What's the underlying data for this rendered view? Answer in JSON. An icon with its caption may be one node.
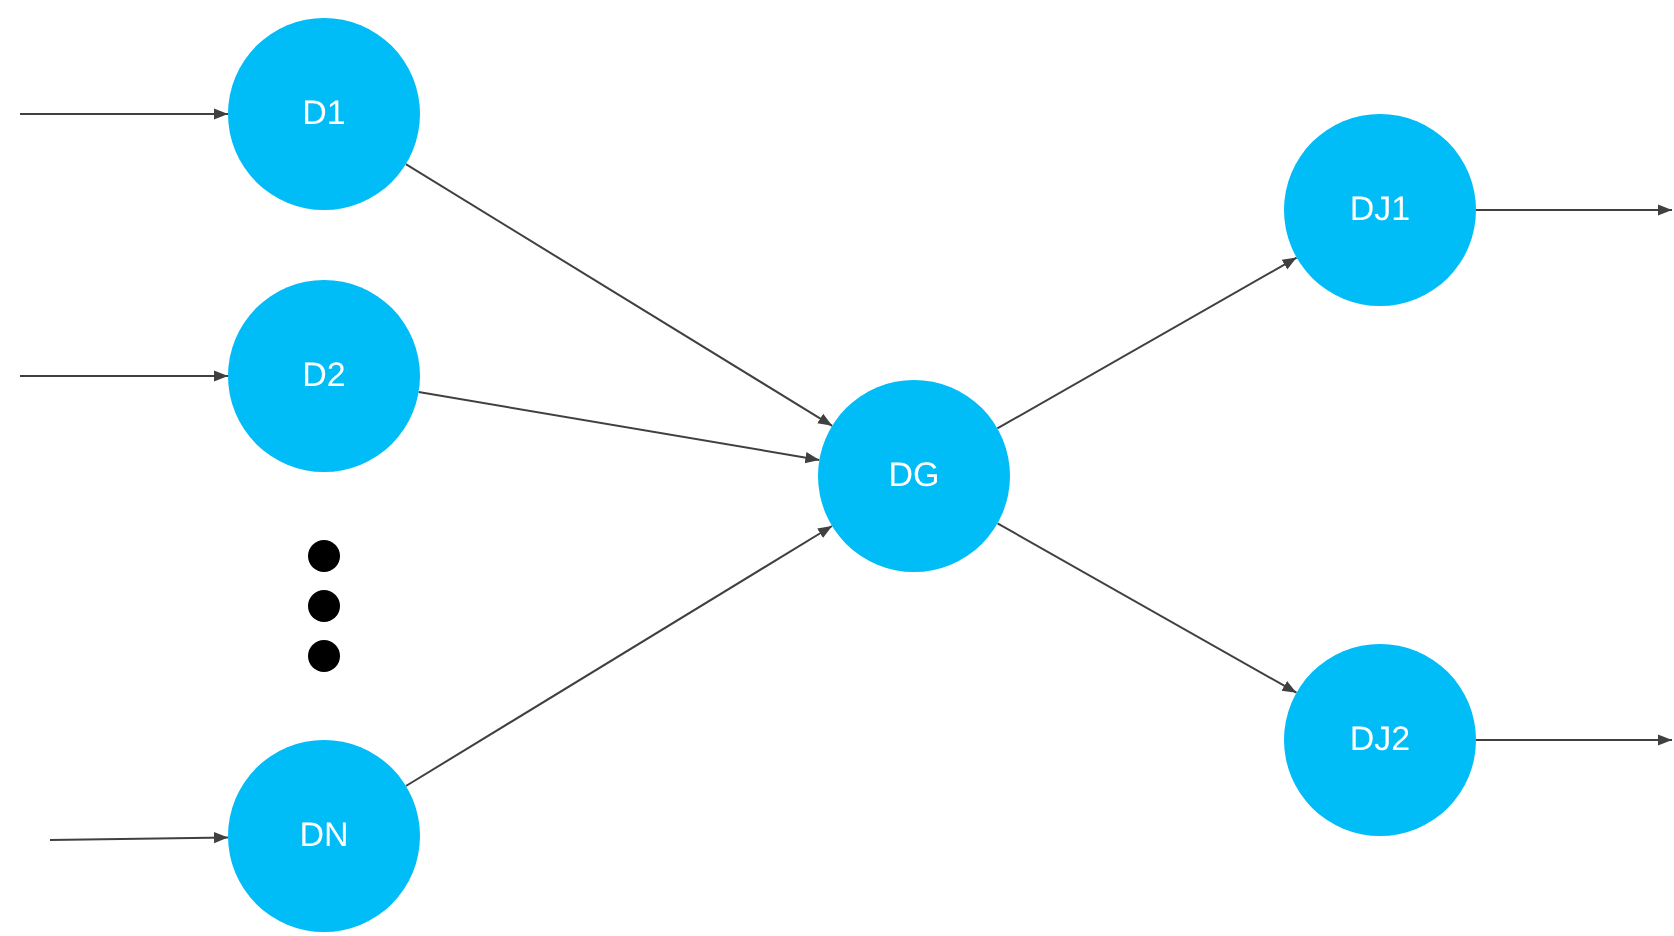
{
  "diagram": {
    "nodes": [
      {
        "text": [
          "D1"
        ]
      },
      {
        "text": [
          "D2"
        ]
      },
      {
        "text": [
          "DN"
        ]
      },
      {
        "text": [
          "DG"
        ]
      },
      {
        "text": [
          "DJ1"
        ]
      },
      {
        "text": [
          "DJ2"
        ]
      }
    ],
    "edges": [
      {
        "from": null,
        "to": 0,
        "arrow": "to"
      },
      {
        "from": null,
        "to": 1,
        "arrow": "to"
      },
      {
        "from": null,
        "to": 2,
        "arrow": "to"
      },
      {
        "from": 0,
        "to": 3,
        "arrow": "to"
      },
      {
        "from": 1,
        "to": 3,
        "arrow": "to"
      },
      {
        "from": 2,
        "to": 3,
        "arrow": "to"
      },
      {
        "from": 3,
        "to": 4,
        "arrow": "to"
      },
      {
        "from": 3,
        "to": 5,
        "arrow": "to"
      },
      {
        "from": 4,
        "to": null,
        "arrow": "to"
      },
      {
        "from": 5,
        "to": null,
        "arrow": "to"
      }
    ]
  }
}
